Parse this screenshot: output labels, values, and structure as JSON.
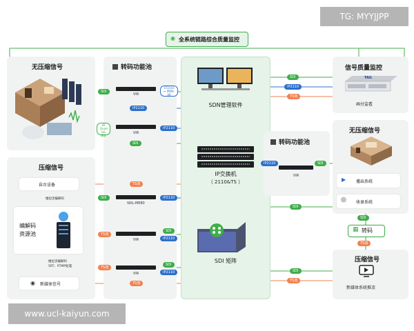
{
  "watermark_top": "TG: MYYJJPP",
  "watermark_bottom": "www.ucl-kaiyun.com",
  "center": {
    "title": "全系统链路综合质量监控",
    "sdn_label": "SDN管理软件",
    "ip_switch_label_1": "IP交换机",
    "ip_switch_label_2": "（ 2110&TS ）",
    "sdi_matrix_label": "SDI 矩阵"
  },
  "left_top": {
    "title": "无压缩信号",
    "transcode_title": "转码功能池",
    "rows": [
      {
        "left_tag": "SDI",
        "device": "VIR",
        "right_tag": "ST2110 ↔ IPMX-4K"
      },
      {
        "left_tag": "IP2110"
      },
      {
        "left_tag": "4K Quad-link 接收",
        "device": "VIR",
        "right_tag": "IP2110"
      },
      {
        "left_tag": "SDI"
      }
    ]
  },
  "left_bottom": {
    "title": "压缩信号",
    "local_device": "自台设备",
    "ts_tag_1": "TS流",
    "push_note_1": "推拉流编解码",
    "nxl_device": "NXL-ME80",
    "nxl_left_tag": "SDI",
    "nxl_right_tag": "IP2110",
    "codec_pool_1": "编解码",
    "codec_pool_2": "资源池",
    "vir_rows": [
      {
        "left_tag": "TS流",
        "device": "VIR",
        "tags": [
          "SDI",
          "IP2110"
        ]
      },
      {
        "left_tag": "TS流",
        "device": "VIR",
        "tags": [
          "SDI",
          "IP2110"
        ]
      }
    ],
    "push_note_2a": "推拉流编解码",
    "push_note_2b": "SRT、RTMP处理",
    "ts_tag_2": "TS流",
    "new_media": "新媒体信号"
  },
  "right_top": {
    "title": "信号质量监控",
    "tags": [
      "SDI",
      "IP2110",
      "TS流"
    ],
    "device_tag": "TAG",
    "caption": "画分监看"
  },
  "mid_right": {
    "title": "转码功能池",
    "left_tag": "IP2110",
    "right_tag": "SDI",
    "device": "VIR"
  },
  "right_mid": {
    "title": "无压缩信号",
    "items": [
      "播出系统",
      "收录系统"
    ],
    "sdi_tag": "SDI"
  },
  "transcode_mini": {
    "top_tag": "SDI",
    "label": "转码",
    "bottom_tag": "TS流"
  },
  "right_bottom": {
    "title": "压缩信号",
    "tags": [
      "SDI",
      "TS流"
    ],
    "caption": "新媒体系统推流"
  },
  "colors": {
    "green": "#3fae4a",
    "blue": "#2c6fcb",
    "orange": "#f1814f"
  }
}
